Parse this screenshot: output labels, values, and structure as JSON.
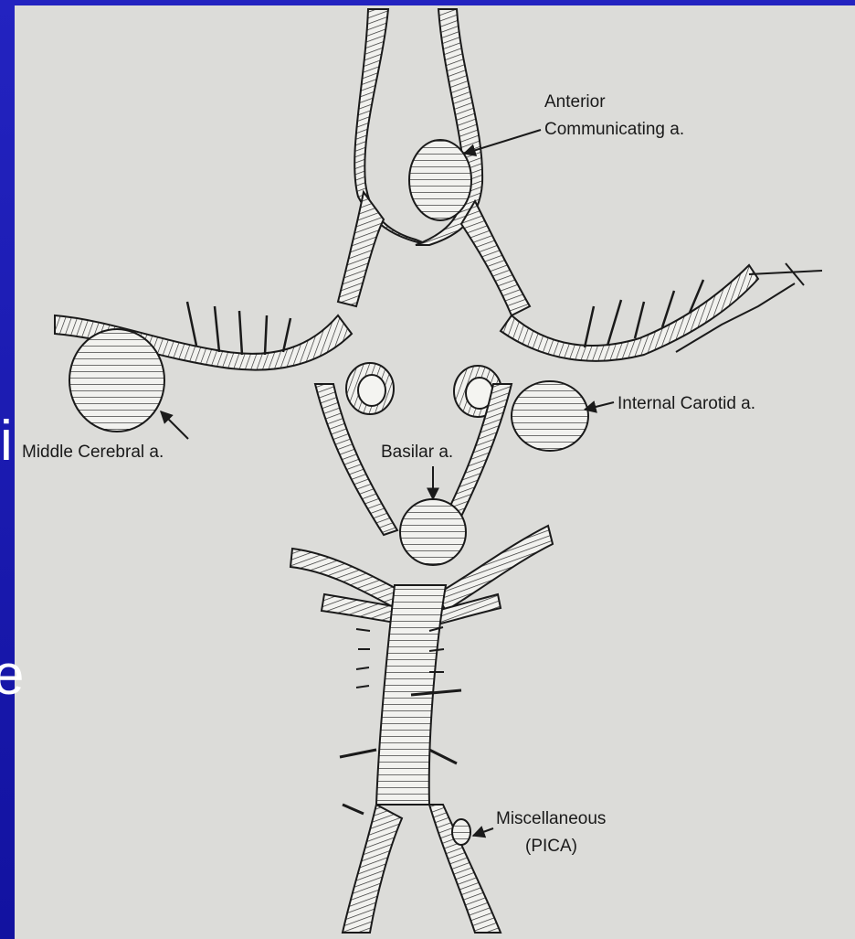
{
  "colors": {
    "slide_background": "#1a1aa8",
    "slide_edge": "#2a2ad8",
    "paper": "#dcdcd9",
    "ink": "#1a1a1a"
  },
  "slide_text_fragments": [
    "i",
    "e"
  ],
  "labels": {
    "anterior_line1": "Anterior",
    "anterior_line2": "Communicating a.",
    "internal_carotid": "Internal Carotid a.",
    "middle_cerebral": "Middle Cerebral a.",
    "basilar": "Basilar a.",
    "misc_line1": "Miscellaneous",
    "misc_line2": "(PICA)"
  }
}
